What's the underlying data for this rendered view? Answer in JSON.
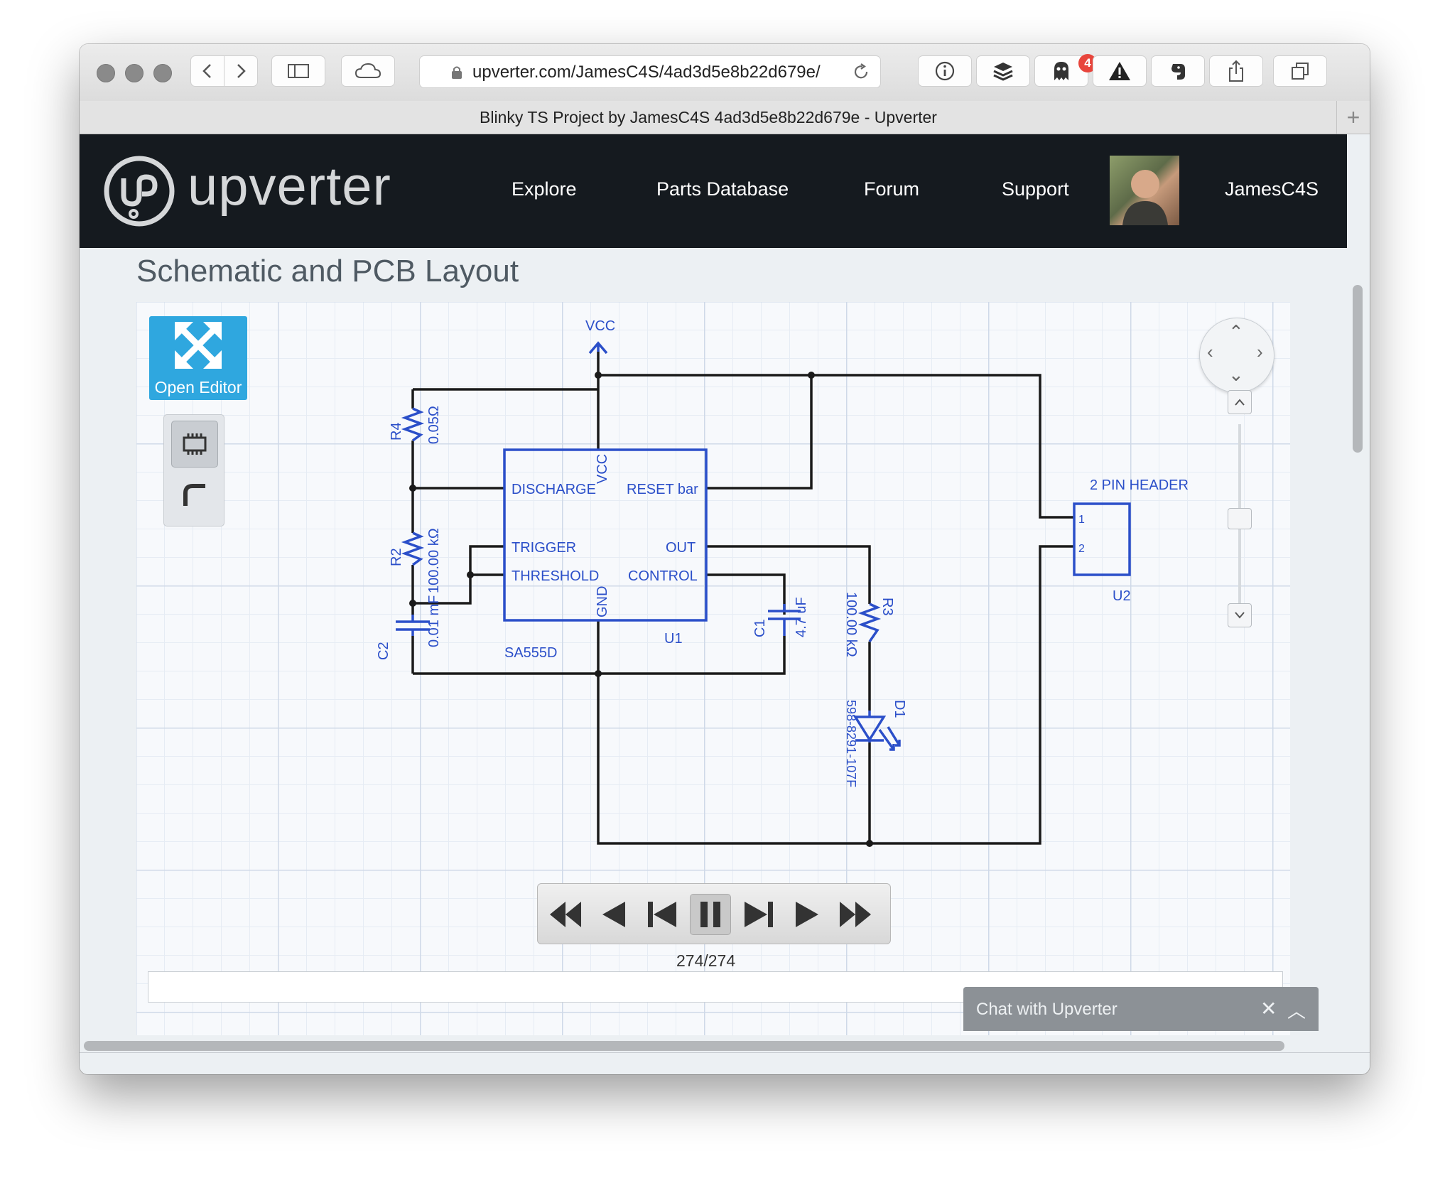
{
  "browser": {
    "url": "upverter.com/JamesC4S/4ad3d5e8b22d679e/",
    "tab_title": "Blinky TS Project by JamesC4S 4ad3d5e8b22d679e - Upverter",
    "notification_count": "4"
  },
  "site": {
    "logo": "upverter",
    "nav": [
      "Explore",
      "Parts Database",
      "Forum",
      "Support"
    ],
    "username": "JamesC4S"
  },
  "page": {
    "title": "Schematic and PCB Layout"
  },
  "viewer": {
    "open_editor_label": "Open Editor",
    "counter": "274/274",
    "colors": {
      "accent": "#2fa7df",
      "component": "#2b4fc9",
      "wire": "#1a1a1a"
    }
  },
  "schematic": {
    "vcc": "VCC",
    "u1": {
      "ref": "U1",
      "part": "SA555D",
      "pins": {
        "discharge": "DISCHARGE",
        "vcc": "VCC",
        "reset": "RESET bar",
        "trigger": "TRIGGER",
        "out": "OUT",
        "threshold": "THRESHOLD",
        "control": "CONTROL",
        "gnd": "GND"
      }
    },
    "r4": {
      "ref": "R4",
      "value": "0.05Ω"
    },
    "r2": {
      "ref": "R2",
      "value": "100.00 kΩ"
    },
    "c2": {
      "ref": "C2",
      "value": "0.01 mF"
    },
    "c1": {
      "ref": "C1",
      "value": "4.7 uF"
    },
    "r3": {
      "ref": "R3",
      "value": "100.00 kΩ"
    },
    "d1": {
      "ref": "D1",
      "value": "598-8291-107F"
    },
    "u2": {
      "ref": "U2",
      "label": "2 PIN HEADER",
      "pin1": "1",
      "pin2": "2"
    }
  },
  "chat": {
    "label": "Chat with Upverter"
  }
}
